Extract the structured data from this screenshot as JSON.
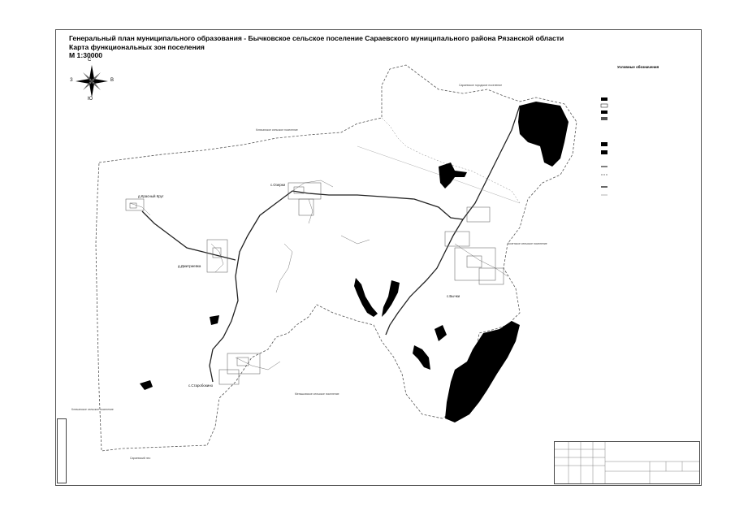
{
  "title": {
    "line1": "Генеральный план муниципального образования - Бычковское сельское поселение Сараевского муниципального района Рязанской области",
    "line2": "Карта функциональных зон поселения",
    "scale": "М 1:30000"
  },
  "compass": {
    "north": "С",
    "south": "Ю",
    "west": "З",
    "east": "В"
  },
  "settlements": {
    "krasny_krug": "д.Красный Круг",
    "ozerki": "с.Озерки",
    "dmitrievka": "д.Дмитриевка",
    "bychki": "с.Бычки",
    "starobokino": "с.Старобокино"
  },
  "neighbours": {
    "north": "Сараевское городское поселение",
    "northwest": "Ключанское сельское поселение",
    "east": "Кочетское сельское поселение",
    "south": "Меньшовское сельское поселение",
    "southwest": "Сараевский лес",
    "west": "Ключанское сельское поселение"
  },
  "legend": {
    "title": "Условные обозначения"
  },
  "colors": {
    "ink": "#000000",
    "line": "#555555",
    "border_dash": "#666666"
  }
}
